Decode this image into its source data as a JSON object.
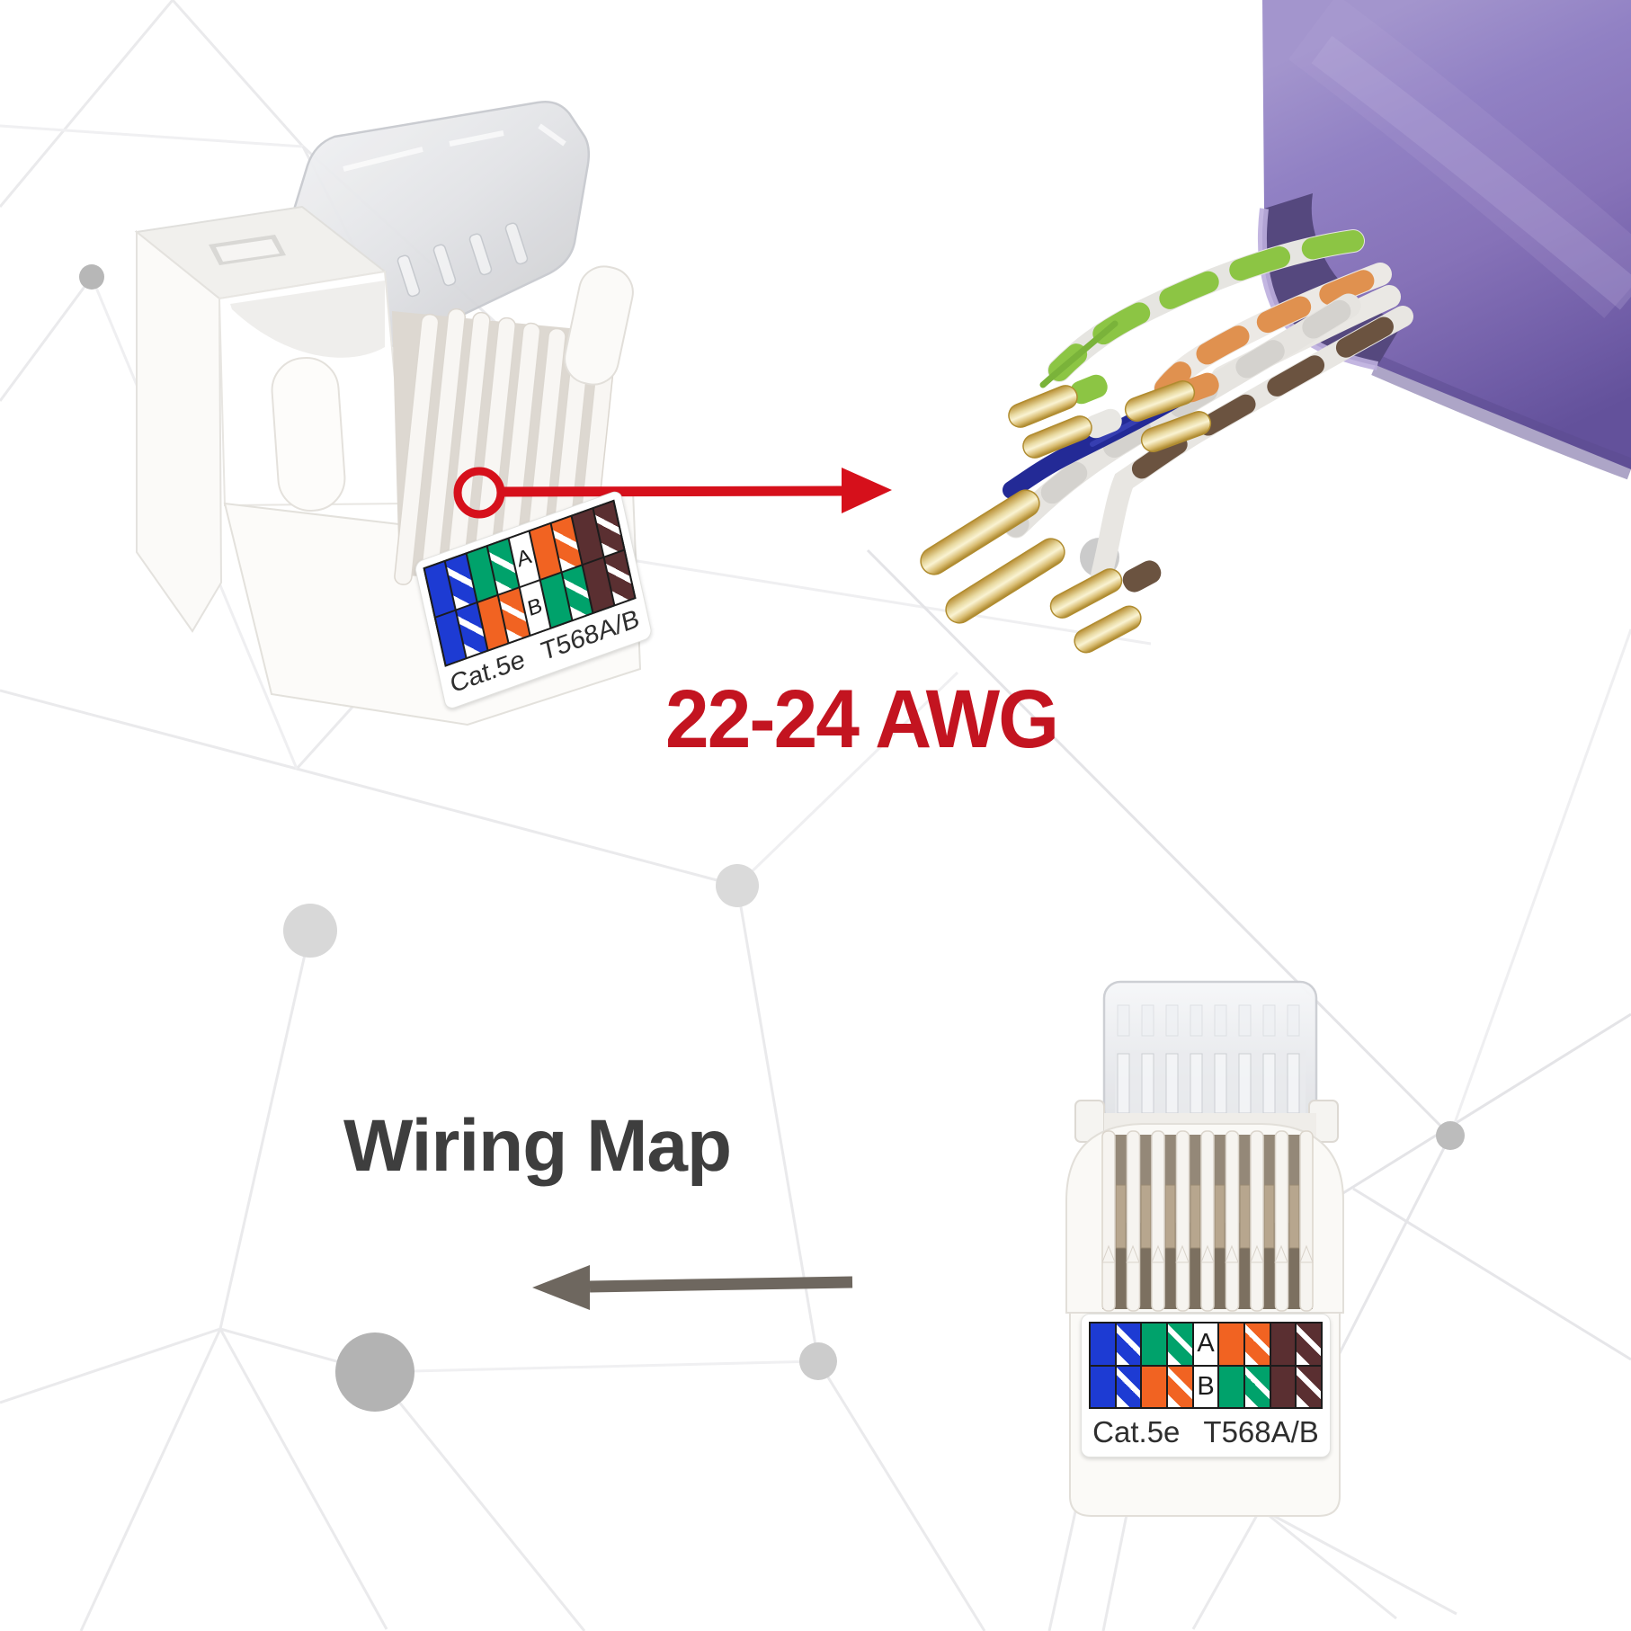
{
  "annotations": {
    "awg_label": "22-24 AWG",
    "wiring_map_label": "Wiring Map"
  },
  "colors": {
    "annotation_red": "#d6101b",
    "awg_text_red": "#c31420",
    "wiring_map_gray": "#3e3e3e",
    "arrow_gray": "#6e675f",
    "cable_jacket_purple": "#8d7abe",
    "wire_green": "#8cc544",
    "wire_orange": "#e0914f",
    "wire_brown": "#6b5340",
    "wire_blue": "#232a96",
    "copper_gold": "#e6cf8e",
    "label_blue": "#1d3bd3",
    "label_green": "#00a26b",
    "label_orange": "#f16322",
    "label_brown": "#5a2f31"
  },
  "wiring_label": {
    "category_text": "Cat.5e",
    "standard_text": "T568A/B",
    "row_a_letter": "A",
    "row_b_letter": "B",
    "row_a_cells": [
      "blue",
      "blue-stripe",
      "green",
      "green-stripe",
      "letter-a",
      "orange",
      "orange-stripe",
      "brown",
      "brown-stripe"
    ],
    "row_b_cells": [
      "blue",
      "blue-stripe",
      "orange",
      "orange-stripe",
      "letter-b",
      "green",
      "green-stripe",
      "brown",
      "brown-stripe"
    ]
  }
}
